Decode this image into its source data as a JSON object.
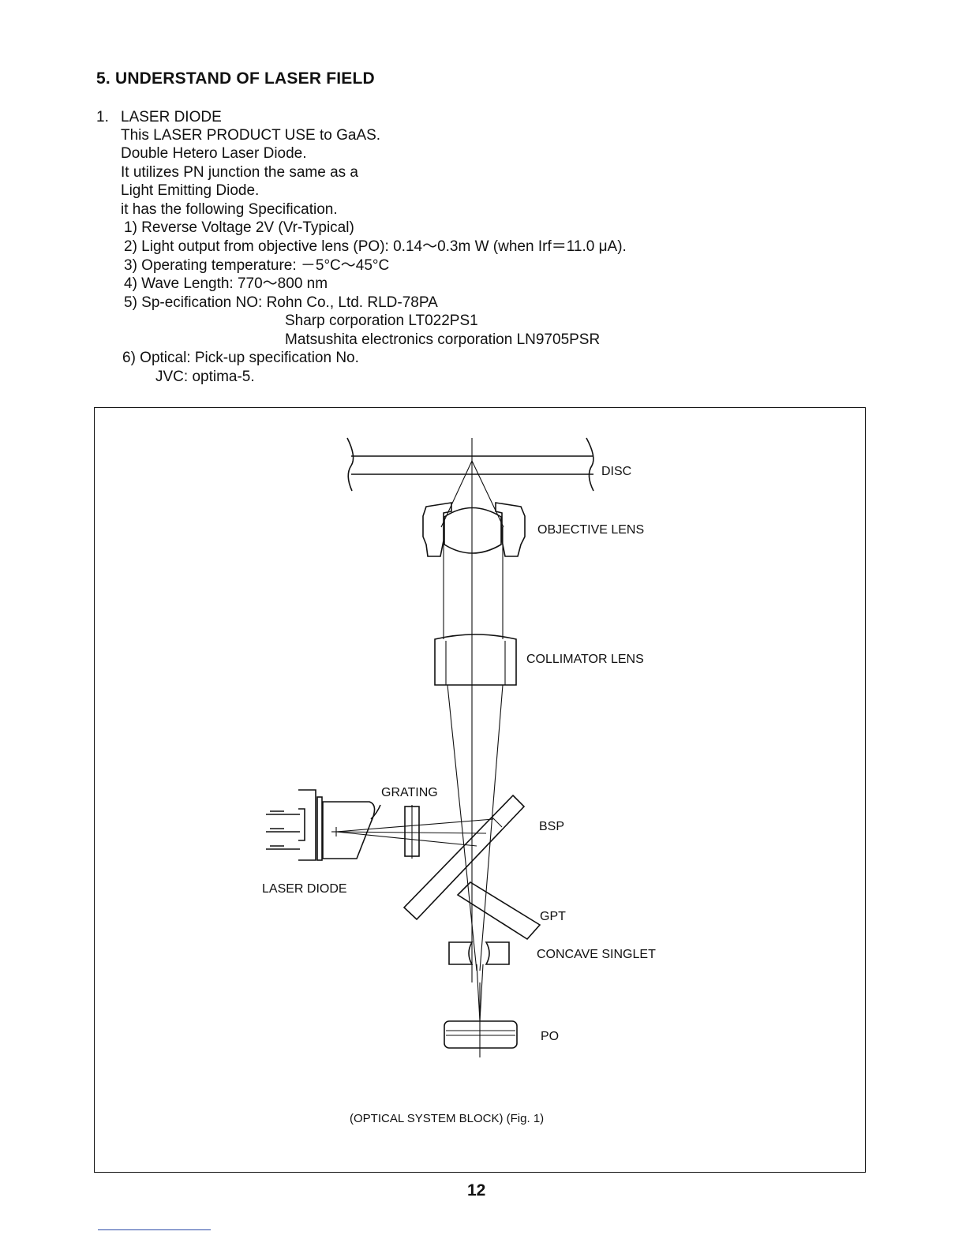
{
  "heading": "5. UNDERSTAND OF LASER FIELD",
  "section": {
    "number": "1.",
    "title": "LASER DIODE",
    "intro": [
      "This LASER PRODUCT USE to GaAS.",
      "Double Hetero Laser Diode.",
      "It utilizes PN junction the same as a",
      "Light Emitting Diode.",
      "it has the following Specification."
    ],
    "specs": [
      "1) Reverse Voltage 2V (Vr-Typical)",
      "2) Light output from objective lens (PO): 0.14～0.3m W (when Irf＝11.0 μA).",
      "3) Operating temperature: －5°C～45°C",
      "4) Wave Length: 770～800 nm",
      "5) Sp-ecification NO: Rohn Co., Ltd. RLD-78PA"
    ],
    "spec5_continued": [
      "Sharp corporation LT022PS1",
      "Matsushita electronics corporation LN9705PSR"
    ],
    "spec6": "6) Optical: Pick-up specification No.",
    "spec6_detail": "JVC: optima-5."
  },
  "diagram": {
    "labels": {
      "disc": "DISC",
      "objective_lens": "OBJECTIVE LENS",
      "collimator_lens": "COLLIMATOR LENS",
      "grating": "GRATING",
      "bsp": "BSP",
      "laser_diode": "LASER DIODE",
      "gpt": "GPT",
      "concave_singlet": "CONCAVE SINGLET",
      "po": "PO"
    },
    "caption": "(OPTICAL SYSTEM BLOCK) (Fig. 1)"
  },
  "page_number": "12"
}
